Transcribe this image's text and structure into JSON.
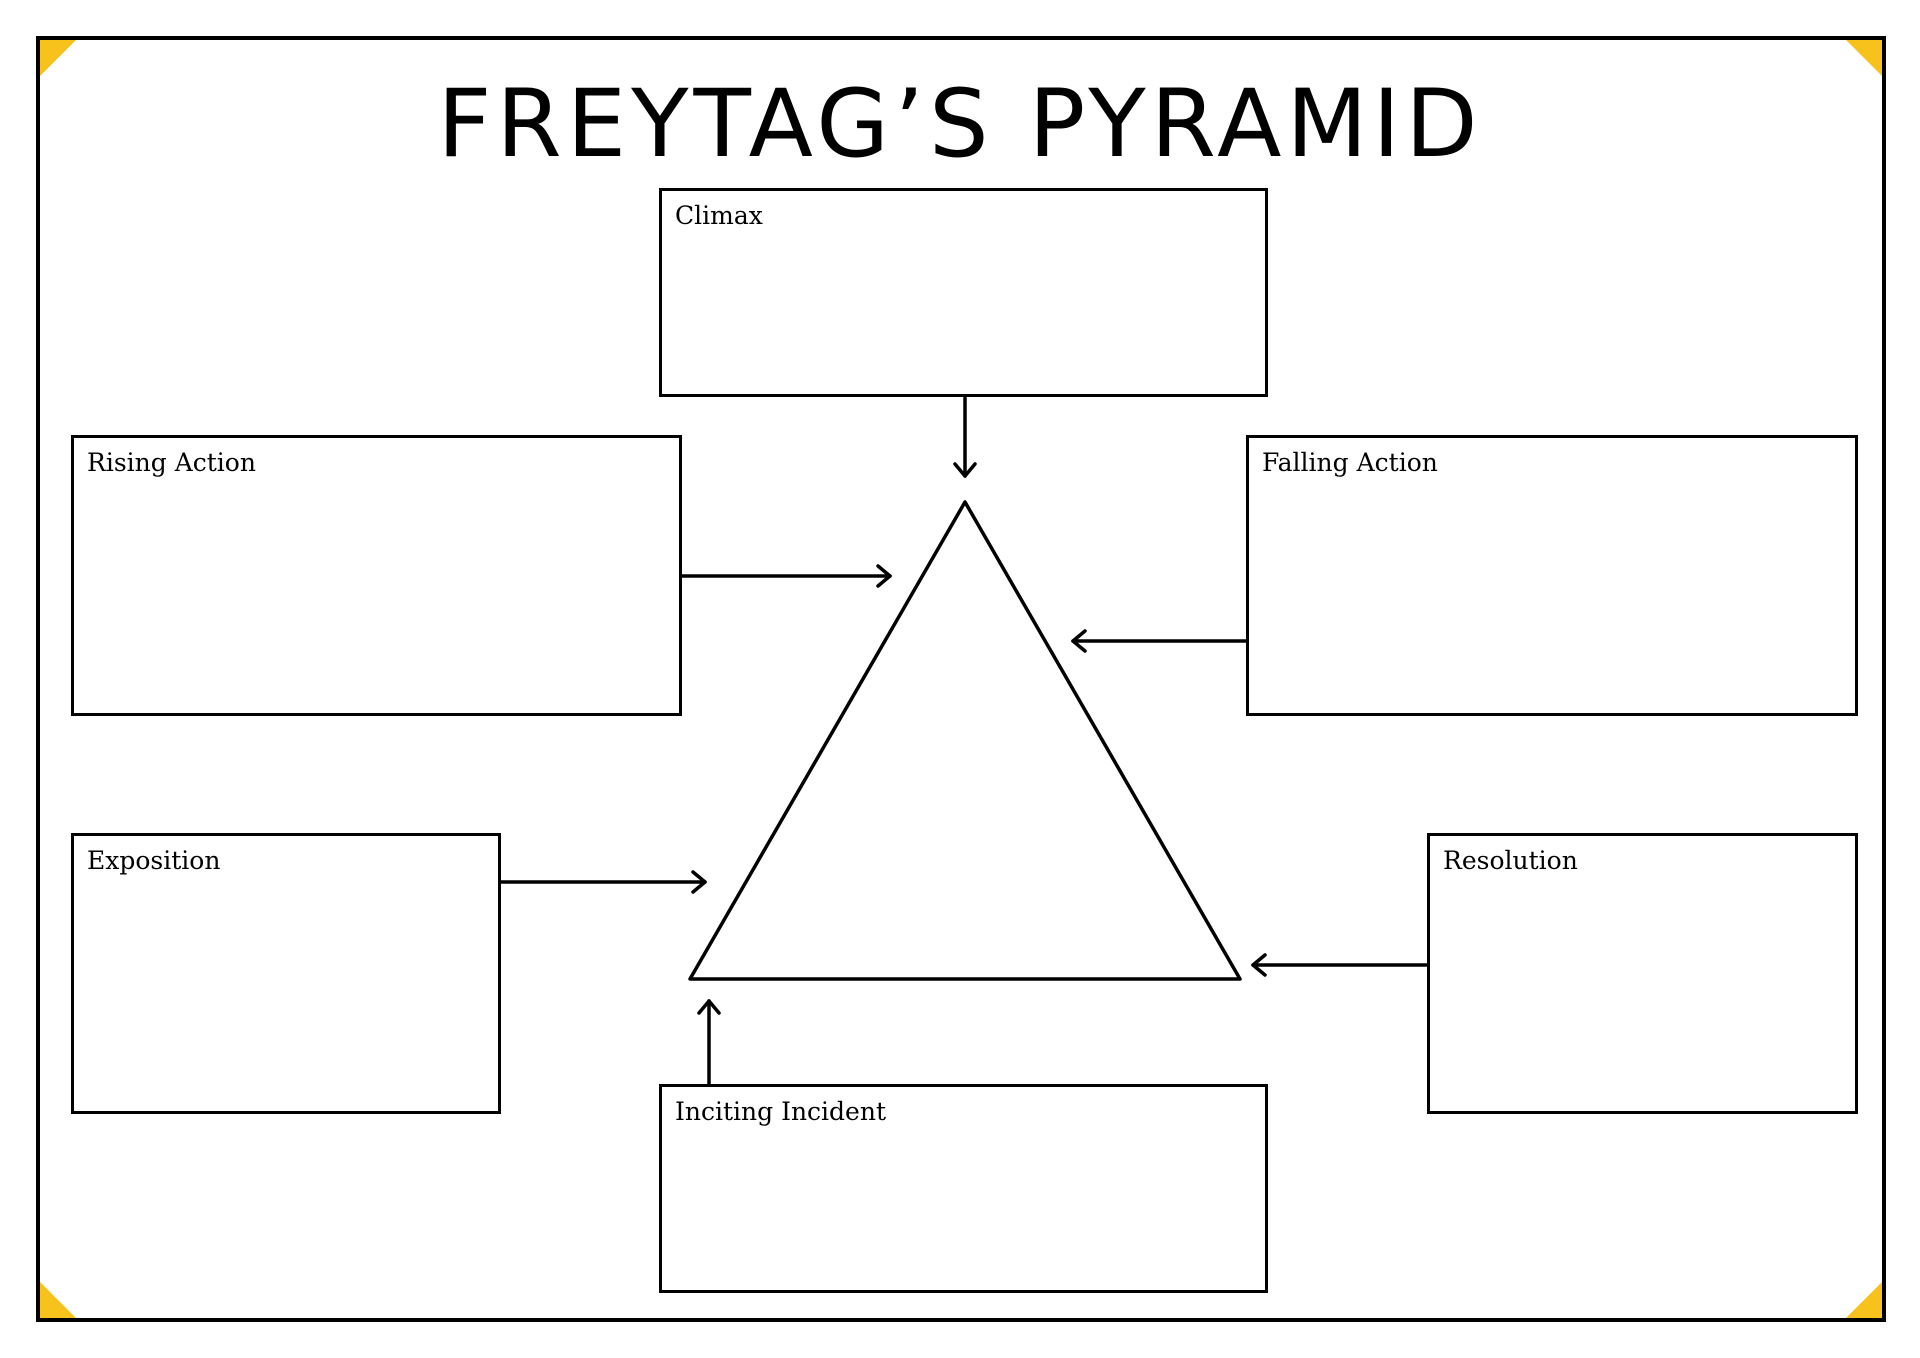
{
  "title": "FREYTAG’S PYRAMID",
  "colors": {
    "accent": "#f6c21b",
    "line": "#000000",
    "background": "#ffffff"
  },
  "boxes": {
    "climax": "Climax",
    "rising_action": "Rising Action",
    "falling_action": "Falling Action",
    "exposition": "Exposition",
    "resolution": "Resolution",
    "inciting_incident": "Inciting Incident"
  }
}
